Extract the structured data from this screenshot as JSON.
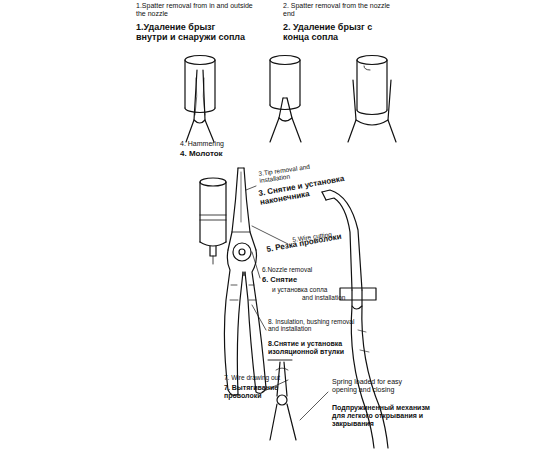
{
  "diagram": {
    "labels": [
      "1.Spatter removal from in and outside the nozzle",
      "1.Удаление брызг внутри и снаружи сопла",
      "2. Spatter removal from the nozzle end",
      "2. Удаление брызг с конца сопла",
      "4. Hammering",
      "4. Молоток",
      "3.Tip removal and installation",
      "3. Снятие и установка наконечника",
      "5.Wire cutting",
      "5. Резка проволоки",
      "6.Nozzle removal",
      "6. Снятие",
      "и установка сопла",
      "and installation",
      "8. Insulation, bushing removal and installation",
      "8.Снятие и установка изоляционной втулки",
      "7. Wire drawing out",
      "7. Вытягивание проволоки",
      "Spring loaded for easy opening and closing",
      "Подпружиненный механизм для легкого открывания и закрывания"
    ]
  }
}
